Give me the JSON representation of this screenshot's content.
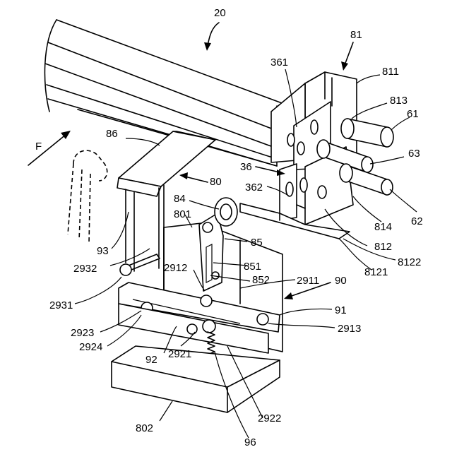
{
  "labels": {
    "l20": "20",
    "l81": "81",
    "l361": "361",
    "l811": "811",
    "l813": "813",
    "l61": "61",
    "lF": "F",
    "l86": "86",
    "l36": "36",
    "l63": "63",
    "l80": "80",
    "l362": "362",
    "l84": "84",
    "l62": "62",
    "l801": "801",
    "l814": "814",
    "l85": "85",
    "l812": "812",
    "l93": "93",
    "l851": "851",
    "l8122": "8122",
    "l2932": "2932",
    "l2912": "2912",
    "l852": "852",
    "l8121": "8121",
    "l2911": "2911",
    "l90": "90",
    "l2931": "2931",
    "l91": "91",
    "l2923": "2923",
    "l2913": "2913",
    "l2924": "2924",
    "l92": "92",
    "l2921": "2921",
    "l2922": "2922",
    "l802": "802",
    "l96": "96"
  }
}
